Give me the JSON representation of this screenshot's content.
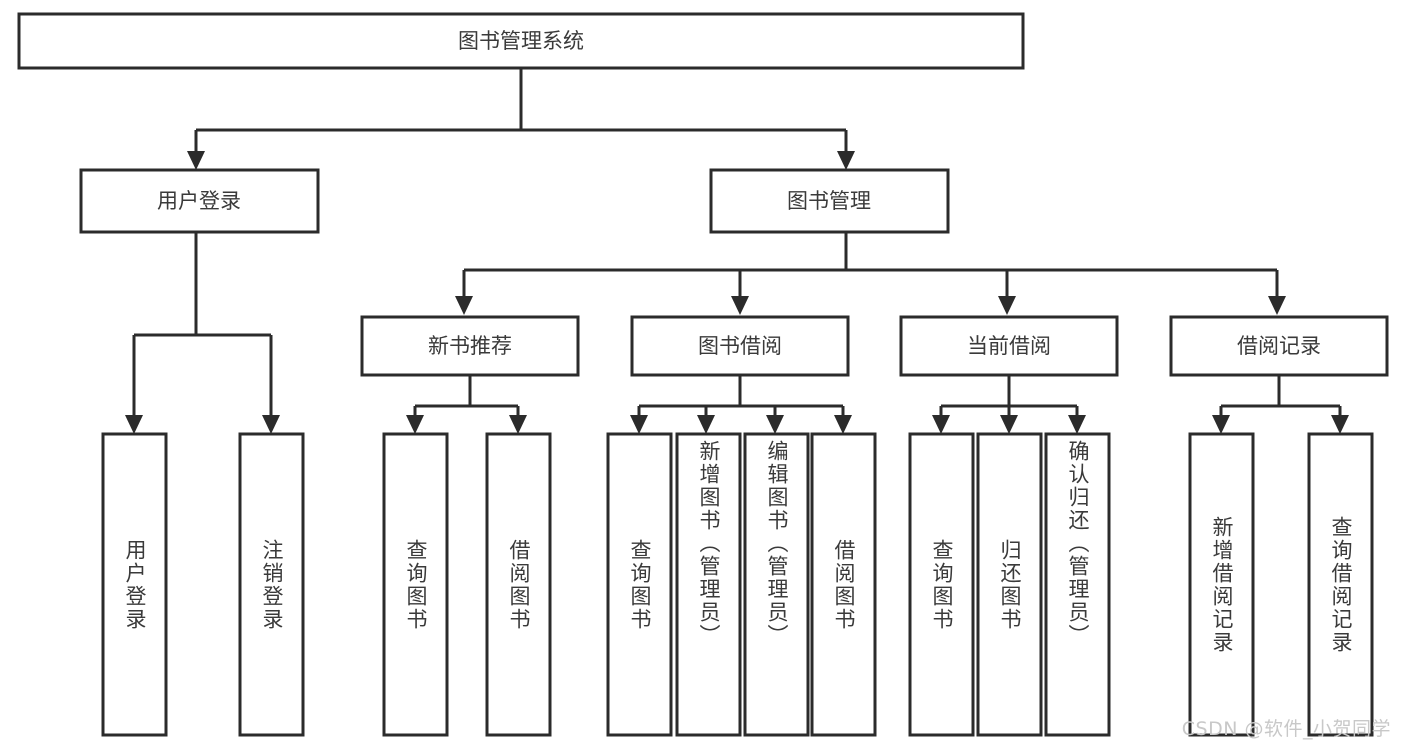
{
  "diagram": {
    "title": "图书管理系统",
    "type": "tree-hierarchy",
    "watermark": "CSDN @软件_小贺同学",
    "colors": {
      "stroke": "#2b2b2b",
      "fill": "#ffffff",
      "text": "#3a3a3a",
      "watermark": "#c8c8c8",
      "background": "#ffffff"
    },
    "root": {
      "label": "图书管理系统"
    },
    "level2": [
      {
        "label": "用户登录"
      },
      {
        "label": "图书管理"
      }
    ],
    "level3": [
      {
        "label": "新书推荐"
      },
      {
        "label": "图书借阅"
      },
      {
        "label": "当前借阅"
      },
      {
        "label": "借阅记录"
      }
    ],
    "leaves": {
      "user_login": [
        {
          "label": "用户登录"
        },
        {
          "label": "注销登录"
        }
      ],
      "new_book": [
        {
          "label": "查询图书"
        },
        {
          "label": "借阅图书"
        }
      ],
      "book_borrow": [
        {
          "label": "查询图书"
        },
        {
          "label": "新增图书（管理员）"
        },
        {
          "label": "编辑图书（管理员）"
        },
        {
          "label": "借阅图书"
        }
      ],
      "current_borrow": [
        {
          "label": "查询图书"
        },
        {
          "label": "归还图书"
        },
        {
          "label": "确认归还（管理员）"
        }
      ],
      "borrow_record": [
        {
          "label": "新增借阅记录"
        },
        {
          "label": "查询借阅记录"
        }
      ]
    }
  }
}
